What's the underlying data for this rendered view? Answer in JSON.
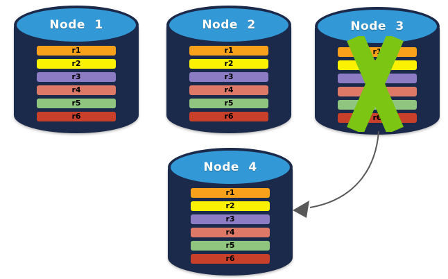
{
  "background": "#FFFFFF",
  "nodes": [
    {
      "label": "Node 1",
      "failed": false,
      "replicas": [
        {
          "label": "r1",
          "color": "#F9A11B"
        },
        {
          "label": "r2",
          "color": "#FAF202"
        },
        {
          "label": "r3",
          "color": "#8B7CC3"
        },
        {
          "label": "r4",
          "color": "#DD7966"
        },
        {
          "label": "r5",
          "color": "#8FC57E"
        },
        {
          "label": "r6",
          "color": "#C9402A"
        }
      ]
    },
    {
      "label": "Node 2",
      "failed": false,
      "replicas": [
        {
          "label": "r1",
          "color": "#F9A11B"
        },
        {
          "label": "r2",
          "color": "#FAF202"
        },
        {
          "label": "r3",
          "color": "#8B7CC3"
        },
        {
          "label": "r4",
          "color": "#DD7966"
        },
        {
          "label": "r5",
          "color": "#8FC57E"
        },
        {
          "label": "r6",
          "color": "#C9402A"
        }
      ]
    },
    {
      "label": "Node 3",
      "failed": true,
      "replicas": [
        {
          "label": "r1",
          "color": "#F9A11B"
        },
        {
          "label": "r2",
          "color": "#FAF202"
        },
        {
          "label": "r3",
          "color": "#8B7CC3"
        },
        {
          "label": "r4",
          "color": "#DD7966"
        },
        {
          "label": "r5",
          "color": "#8FC57E"
        },
        {
          "label": "r6",
          "color": "#C9402A"
        }
      ]
    },
    {
      "label": "Node 4",
      "failed": false,
      "replicas": [
        {
          "label": "r1",
          "color": "#F9A11B"
        },
        {
          "label": "r2",
          "color": "#FAF202"
        },
        {
          "label": "r3",
          "color": "#8B7CC3"
        },
        {
          "label": "r4",
          "color": "#DD7966"
        },
        {
          "label": "r5",
          "color": "#8FC57E"
        },
        {
          "label": "r6",
          "color": "#C9402A"
        }
      ]
    }
  ],
  "failure": {
    "node": "Node 3",
    "x_color": "#7CC613"
  },
  "arrow": {
    "from": "Node 3",
    "to": "Node 4",
    "color": "#595959"
  },
  "colors": {
    "cylinder_body": "#1B2A4A",
    "cylinder_top": "#3399D6",
    "node_label": "#FFFFFF",
    "replica_label": "#000000"
  }
}
